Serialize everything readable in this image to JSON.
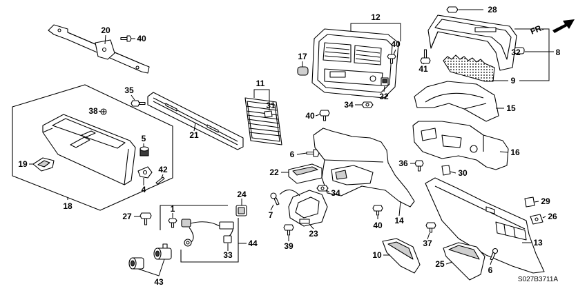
{
  "diagram": {
    "direction_label": "FR.",
    "diagram_code": "S027B3711A"
  },
  "callouts": [
    "20",
    "40",
    "12",
    "28",
    "40",
    "17",
    "32",
    "8",
    "41",
    "11",
    "35",
    "31",
    "32",
    "34",
    "9",
    "15",
    "38",
    "40",
    "21",
    "5",
    "6",
    "16",
    "19",
    "42",
    "36",
    "22",
    "30",
    "4",
    "24",
    "34",
    "29",
    "18",
    "1",
    "7",
    "40",
    "26",
    "27",
    "14",
    "23",
    "13",
    "44",
    "37",
    "39",
    "33",
    "10",
    "25",
    "6",
    "43"
  ]
}
